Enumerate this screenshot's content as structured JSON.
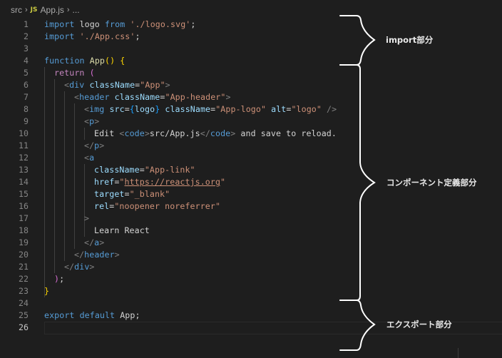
{
  "breadcrumb": {
    "folder": "src",
    "file_icon": "JS",
    "file": "App.js",
    "more": "..."
  },
  "editor": {
    "current_line": 26,
    "lines": [
      {
        "n": "1"
      },
      {
        "n": "2"
      },
      {
        "n": "3"
      },
      {
        "n": "4"
      },
      {
        "n": "5"
      },
      {
        "n": "6"
      },
      {
        "n": "7"
      },
      {
        "n": "8"
      },
      {
        "n": "9"
      },
      {
        "n": "10"
      },
      {
        "n": "11"
      },
      {
        "n": "12"
      },
      {
        "n": "13"
      },
      {
        "n": "14"
      },
      {
        "n": "15"
      },
      {
        "n": "16"
      },
      {
        "n": "17"
      },
      {
        "n": "18"
      },
      {
        "n": "19"
      },
      {
        "n": "20"
      },
      {
        "n": "21"
      },
      {
        "n": "22"
      },
      {
        "n": "23"
      },
      {
        "n": "24"
      },
      {
        "n": "25"
      },
      {
        "n": "26"
      }
    ],
    "tokens": {
      "l1": [
        "import",
        " logo ",
        "from",
        " ",
        "'./logo.svg'",
        ";"
      ],
      "l2": [
        "import",
        " ",
        "'./App.css'",
        ";"
      ],
      "l4": [
        "function",
        " ",
        "App",
        "()",
        " ",
        "{"
      ],
      "l5": [
        "return",
        " ",
        "("
      ],
      "l6": [
        "<",
        "div",
        " ",
        "className",
        "=",
        "\"App\"",
        ">"
      ],
      "l7": [
        "<",
        "header",
        " ",
        "className",
        "=",
        "\"App-header\"",
        ">"
      ],
      "l8": [
        "<",
        "img",
        " ",
        "src",
        "=",
        "{",
        "logo",
        "}",
        " ",
        "className",
        "=",
        "\"App-logo\"",
        " ",
        "alt",
        "=",
        "\"logo\"",
        " ",
        "/>"
      ],
      "l9": [
        "<",
        "p",
        ">"
      ],
      "l10": [
        "Edit ",
        "<",
        "code",
        ">",
        "src/App.js",
        "</",
        "code",
        ">",
        " and save to reload."
      ],
      "l11": [
        "</",
        "p",
        ">"
      ],
      "l12": [
        "<",
        "a"
      ],
      "l13": [
        "className",
        "=",
        "\"App-link\""
      ],
      "l14": [
        "href",
        "=",
        "\"",
        "https://reactjs.org",
        "\""
      ],
      "l15": [
        "target",
        "=",
        "\"_blank\""
      ],
      "l16": [
        "rel",
        "=",
        "\"noopener noreferrer\""
      ],
      "l17": [
        ">"
      ],
      "l18": [
        "Learn React"
      ],
      "l19": [
        "</",
        "a",
        ">"
      ],
      "l20": [
        "</",
        "header",
        ">"
      ],
      "l21": [
        "</",
        "div",
        ">"
      ],
      "l22": [
        ")",
        ";"
      ],
      "l23": [
        "}"
      ],
      "l25": [
        "export",
        " ",
        "default",
        " App;"
      ]
    }
  },
  "annotations": [
    {
      "label": "import部分",
      "range": "lines 1-4"
    },
    {
      "label": "コンポーネント定義部分",
      "range": "lines 4-24"
    },
    {
      "label": "エクスポート部分",
      "range": "lines 24-28"
    }
  ],
  "colors": {
    "background": "#1e1e1e",
    "keyword": "#569cd6",
    "control_keyword": "#c586c0",
    "string": "#ce9178",
    "function": "#dcdcaa",
    "attribute": "#9cdcfe",
    "bracket_gold": "#ffd700",
    "bracket_purple": "#da70d6",
    "bracket_blue": "#179fff",
    "annotation": "#ffffff"
  }
}
